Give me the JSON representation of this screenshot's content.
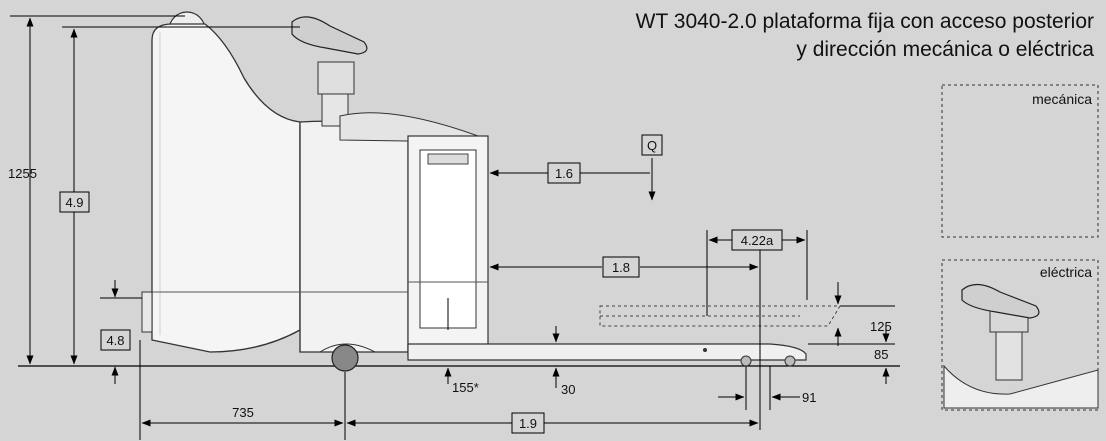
{
  "title_line1": "WT 3040-2.0 plataforma fija con acceso posterior",
  "title_line2": "y dirección mecánica o eléctrica",
  "insets": {
    "mechanical": "mecánica",
    "electric": "eléctrica"
  },
  "dimensions": {
    "overall_height": "1255",
    "ref_4_9": "4.9",
    "ref_4_8": "4.8",
    "ref_1_6": "1.6",
    "ref_Q": "Q",
    "ref_4_22a": "4.22a",
    "ref_1_8": "1.8",
    "fork_lift": "125",
    "fork_height": "85",
    "ground_155": "155*",
    "ground_30": "30",
    "wheel_91": "91",
    "length_735": "735",
    "ref_1_9": "1.9"
  },
  "colors": {
    "background": "#d5d5d5",
    "body": "#f4f4f4",
    "line": "#000000"
  }
}
